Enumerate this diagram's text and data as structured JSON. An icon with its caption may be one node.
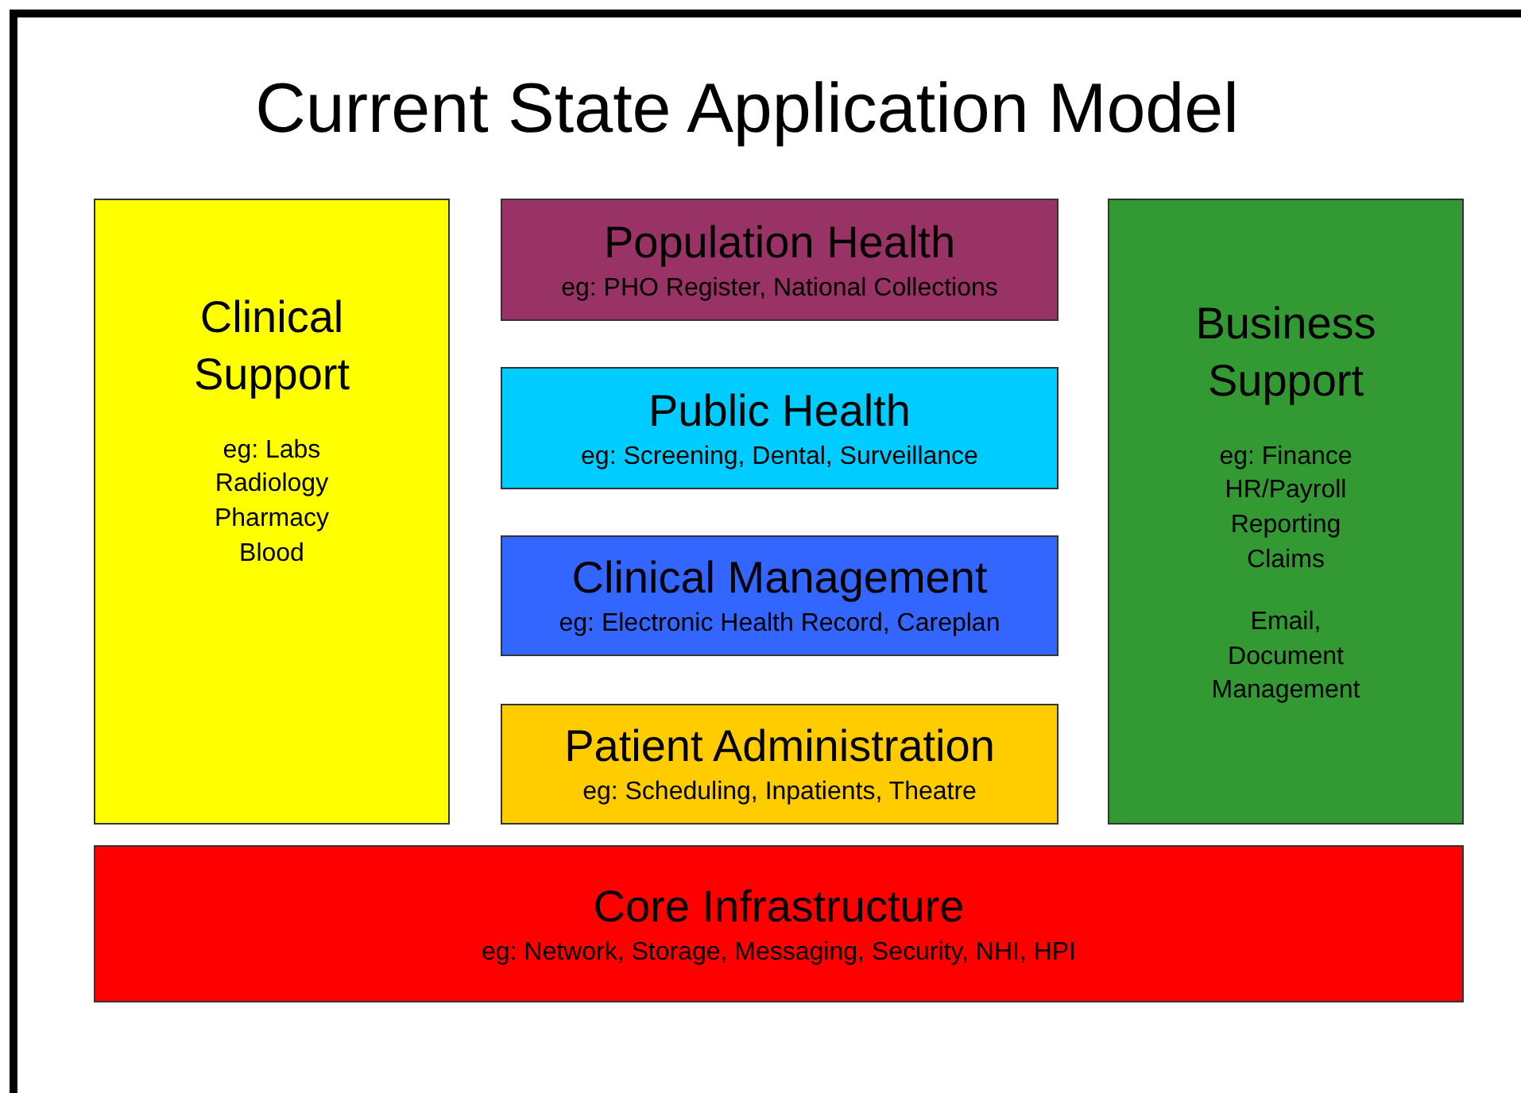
{
  "diagram": {
    "title": "Current State Application Model",
    "nodes": [
      {
        "text": [
          "Clinical Support",
          "eg: Labs Radiology Pharmacy Blood"
        ]
      },
      {
        "text": [
          "Population Health",
          "eg: PHO Register, National Collections"
        ]
      },
      {
        "text": [
          "Public Health",
          "eg: Screening, Dental, Surveillance"
        ]
      },
      {
        "text": [
          "Clinical Management",
          "eg: Electronic Health Record, Careplan"
        ]
      },
      {
        "text": [
          "Patient Administration",
          "eg: Scheduling, Inpatients, Theatre"
        ]
      },
      {
        "text": [
          "Business Support",
          "eg: Finance HR/Payroll Reporting Claims",
          "Email, Document Management"
        ]
      },
      {
        "text": [
          "Core Infrastructure",
          "eg: Network, Storage, Messaging, Security, NHI, HPI"
        ]
      }
    ]
  }
}
